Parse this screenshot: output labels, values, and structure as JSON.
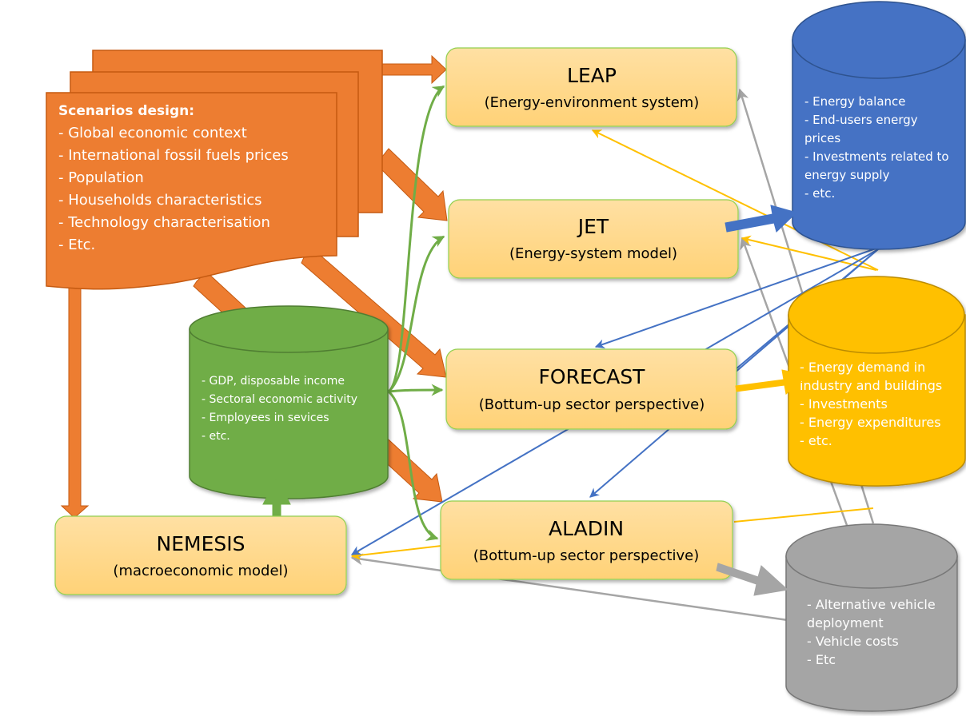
{
  "title": "Energy modelling framework",
  "colors": {
    "orange": "#ED7D31",
    "orange_border": "#C55A11",
    "green": "#70AD47",
    "green_border": "#507E32",
    "blue": "#4472C4",
    "blue_border": "#2F528F",
    "yellow": "#FFC000",
    "yellow_border": "#BC8C00",
    "gray": "#A5A5A5",
    "gray_border": "#787878",
    "model_fill": "#FFD78A",
    "model_border": "#92D050"
  },
  "scenarios": {
    "heading": "Scenarios design:",
    "items": [
      "- Global economic context",
      "- International fossil fuels prices",
      "- Population",
      "- Households characteristics",
      "- Technology characterisation",
      "- Etc."
    ]
  },
  "models": {
    "leap": {
      "name": "LEAP",
      "desc": "(Energy-environment system)"
    },
    "jet": {
      "name": "JET",
      "desc": "(Energy-system model)"
    },
    "forecast": {
      "name": "FORECAST",
      "desc": "(Bottum-up sector perspective)"
    },
    "aladin": {
      "name": "ALADIN",
      "desc": "(Bottum-up sector perspective)"
    },
    "nemesis": {
      "name": "NEMESIS",
      "desc": "(macroeconomic model)"
    }
  },
  "databases": {
    "macro": {
      "items": [
        "- GDP, disposable income",
        "- Sectoral economic activity",
        "- Employees in sevices",
        "- etc."
      ]
    },
    "energy_supply": {
      "items": [
        "- Energy balance",
        "- End-users energy",
        "prices",
        "- Investments related to",
        "energy supply",
        "- etc."
      ]
    },
    "energy_demand": {
      "items": [
        "- Energy demand in",
        "industry and buildings",
        "- Investments",
        "- Energy expenditures",
        "- etc."
      ]
    },
    "transport": {
      "items": [
        "- Alternative vehicle",
        "deployment",
        "- Vehicle costs",
        "- Etc"
      ]
    }
  }
}
